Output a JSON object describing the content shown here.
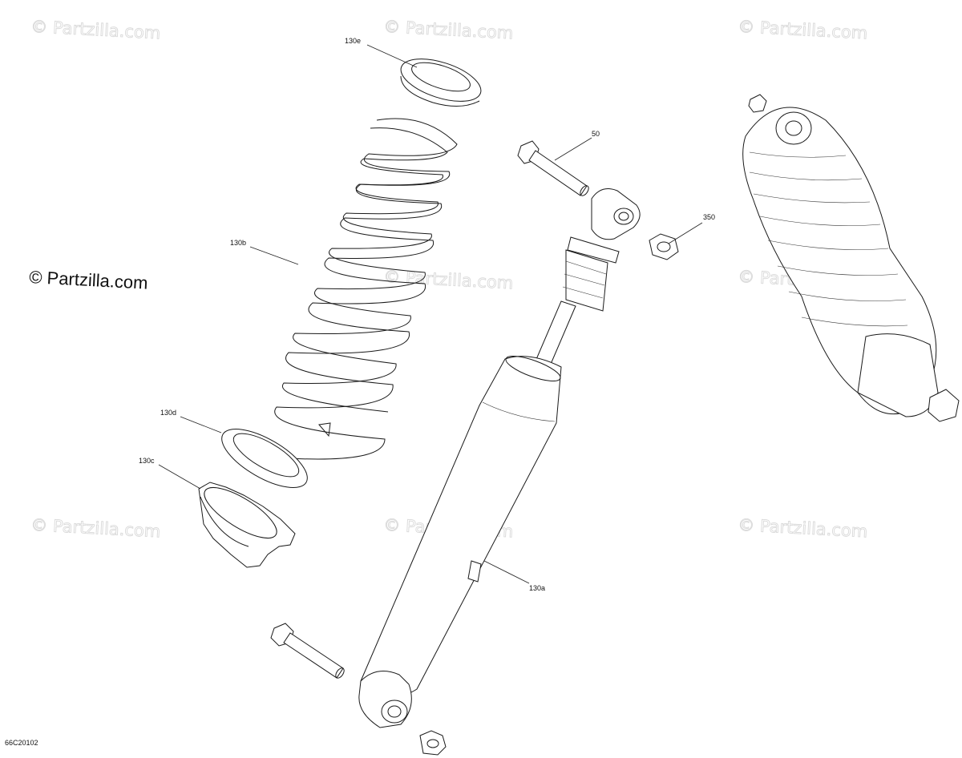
{
  "diagram": {
    "drawing_code": "66C20102",
    "watermark_text": "© Partzilla.com",
    "main_watermark_text": "© Partzilla.com",
    "callouts": [
      {
        "id": "130e",
        "label": "130e"
      },
      {
        "id": "130b",
        "label": "130b"
      },
      {
        "id": "130d",
        "label": "130d"
      },
      {
        "id": "130c",
        "label": "130c"
      },
      {
        "id": "50",
        "label": "50"
      },
      {
        "id": "350",
        "label": "350"
      },
      {
        "id": "130a",
        "label": "130a"
      }
    ],
    "line_color": "#1a1a1a",
    "watermark_color": "#d9d9d9"
  }
}
